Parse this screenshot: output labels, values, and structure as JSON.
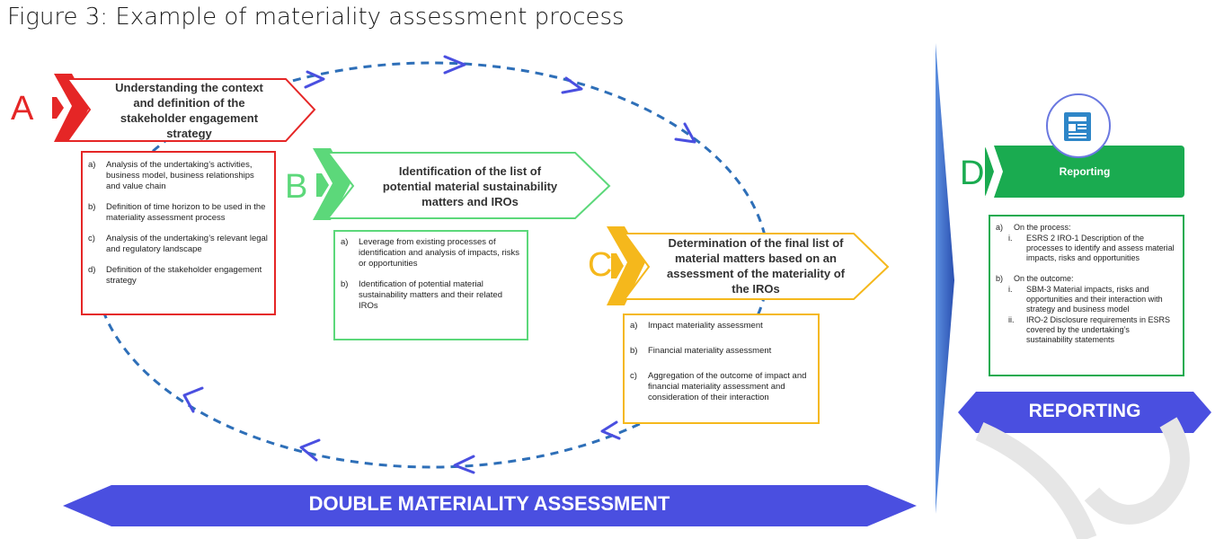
{
  "figure_title": "Figure 3: Example of materiality assessment process",
  "stages": {
    "a": {
      "letter": "A",
      "title": "Understanding the context and definition of the stakeholder engagement strategy",
      "items": [
        {
          "key": "a)",
          "text": "Analysis of the undertaking’s activities, business model, business relationships and value chain"
        },
        {
          "key": "b)",
          "text": "Definition of time horizon to be used in the materiality assessment process"
        },
        {
          "key": "c)",
          "text": "Analysis of the undertaking’s relevant legal and regulatory landscape"
        },
        {
          "key": "d)",
          "text": "Definition of the stakeholder engagement strategy"
        }
      ]
    },
    "b": {
      "letter": "B",
      "title": "Identification of the list of potential material sustainability matters and IROs",
      "items": [
        {
          "key": "a)",
          "text": "Leverage from existing processes of identification and analysis of impacts, risks or opportunities"
        },
        {
          "key": "b)",
          "text": "Identification of potential material sustainability matters and their related IROs"
        }
      ]
    },
    "c": {
      "letter": "C",
      "title": "Determination of the final list of material matters based on an assessment of the materiality of the IROs",
      "items": [
        {
          "key": "a)",
          "text": "Impact materiality assessment"
        },
        {
          "key": "b)",
          "text": "Financial materiality assessment"
        },
        {
          "key": "c)",
          "text": "Aggregation of the outcome of impact and financial materiality assessment and consideration of their interaction"
        }
      ]
    },
    "d": {
      "letter": "D",
      "title": "Reporting",
      "items": [
        {
          "key": "a)",
          "text": "On the process:",
          "sub": [
            {
              "key": "i.",
              "text": "ESRS 2 IRO-1 Description of the processes to identify and assess material impacts, risks and opportunities"
            }
          ]
        },
        {
          "key": "b)",
          "text": "On the outcome:",
          "sub": [
            {
              "key": "i.",
              "text": "SBM-3 Material impacts, risks and opportunities and their interaction with strategy and business model"
            },
            {
              "key": "ii.",
              "text": "IRO-2 Disclosure requirements in ESRS covered by the undertaking’s sustainability statements"
            }
          ]
        }
      ]
    }
  },
  "banners": {
    "double_materiality": "DOUBLE MATERIALITY ASSESSMENT",
    "reporting": "REPORTING"
  },
  "icons": {
    "reporting": "document-icon",
    "cycle": "dashed-cycle-arrows"
  },
  "colors": {
    "stage_a": "#e52626",
    "stage_b": "#5cd87a",
    "stage_c": "#f5b81c",
    "stage_d": "#1aab50",
    "banner": "#4a4fe0",
    "cycle": "#2e6fb8",
    "divider": "#3a66c4"
  }
}
